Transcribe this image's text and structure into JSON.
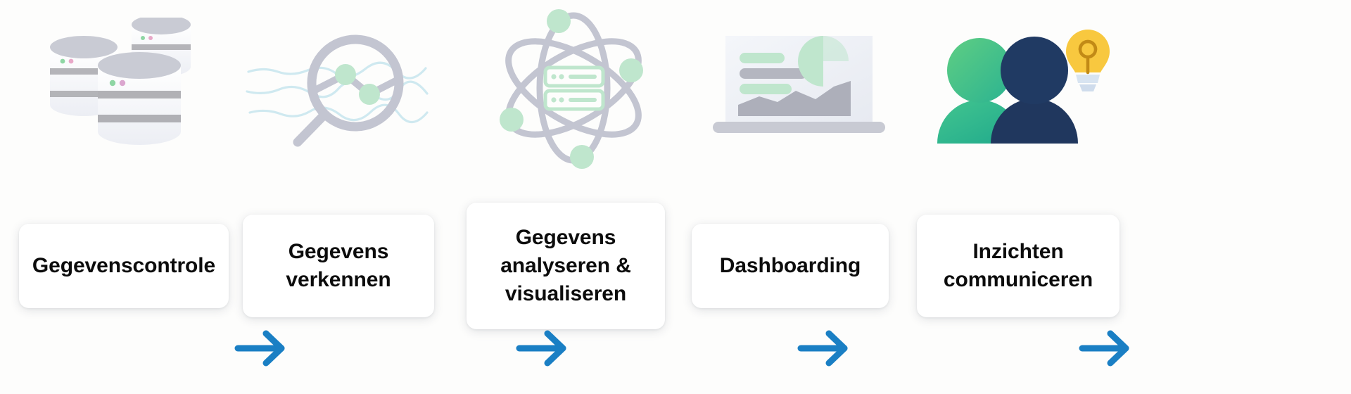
{
  "diagram": {
    "type": "process-flow",
    "orientation": "horizontal",
    "background_color": "#fdfdfc",
    "step_count": 5,
    "arrow_count": 4,
    "arrow_color": "#1a7fc4",
    "card_background": "#ffffff",
    "label_color": "#0c0c0c",
    "palette": {
      "grey_lavender": "#c3c5d1",
      "grey_light": "#dfe1e8",
      "grey_band": "#a8a8ad",
      "mint_green": "#bfe6cd",
      "wave_blue": "#cfe9f0",
      "person_green_from": "#57c97f",
      "person_green_to": "#1fa98c",
      "person_navy": "#20375e",
      "bulb_yellow": "#f8c83f",
      "bulb_base": "#cfdcec",
      "led_green": "#8fd6a4",
      "led_pink": "#e8a8c8"
    }
  },
  "steps": [
    {
      "index": 1,
      "icon": "database-stack-icon",
      "label": "Gegevenscontrole",
      "lines": 1
    },
    {
      "index": 2,
      "icon": "magnifier-data-icon",
      "label": "Gegevens\nverkennen",
      "lines": 2
    },
    {
      "index": 3,
      "icon": "atom-server-icon",
      "label": "Gegevens\nanalyseren &\nvisualiseren",
      "lines": 3
    },
    {
      "index": 4,
      "icon": "laptop-dashboard-icon",
      "label": "Dashboarding",
      "lines": 1
    },
    {
      "index": 5,
      "icon": "people-lightbulb-icon",
      "label": "Inzichten\ncommuniceren",
      "lines": 2
    }
  ],
  "arrows": [
    {
      "index": 1,
      "from_step": 1,
      "to_step": 2,
      "icon": "arrow-right-icon"
    },
    {
      "index": 2,
      "from_step": 2,
      "to_step": 3,
      "icon": "arrow-right-icon"
    },
    {
      "index": 3,
      "from_step": 3,
      "to_step": 4,
      "icon": "arrow-right-icon"
    },
    {
      "index": 4,
      "from_step": 4,
      "to_step": 5,
      "icon": "arrow-right-icon"
    }
  ]
}
